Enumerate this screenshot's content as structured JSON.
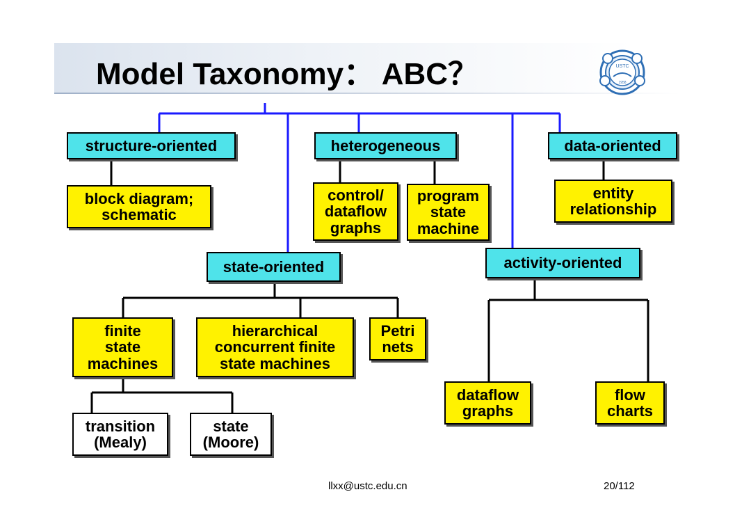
{
  "slide": {
    "title": "Model Taxonomy： ABC？",
    "footer_email": "llxx@ustc.edu.cn",
    "page_number": "20/112",
    "logo_text": "USTC",
    "logo_year": "1958"
  },
  "nodes": {
    "structure_oriented": "structure-oriented",
    "heterogeneous": "heterogeneous",
    "data_oriented": "data-oriented",
    "block_diagram": "block diagram;\nschematic",
    "control_dataflow": "control/\ndataflow\ngraphs",
    "program_state_machine": "program\nstate\nmachine",
    "entity_relationship": "entity\nrelationship",
    "state_oriented": "state-oriented",
    "activity_oriented": "activity-oriented",
    "finite_state_machines": "finite\nstate\nmachines",
    "hierarchical_fsm": "hierarchical\nconcurrent finite\nstate machines",
    "petri_nets": "Petri\nnets",
    "dataflow_graphs": "dataflow\ngraphs",
    "flow_charts": "flow\ncharts",
    "transition_mealy": "transition\n(Mealy)",
    "state_moore": "state\n(Moore)"
  },
  "colors": {
    "category_box": "#4fe3ea",
    "model_box": "#fff200",
    "leaf_box": "#ffffff",
    "top_connector": "#1a1aff",
    "sub_connector": "#000000"
  }
}
